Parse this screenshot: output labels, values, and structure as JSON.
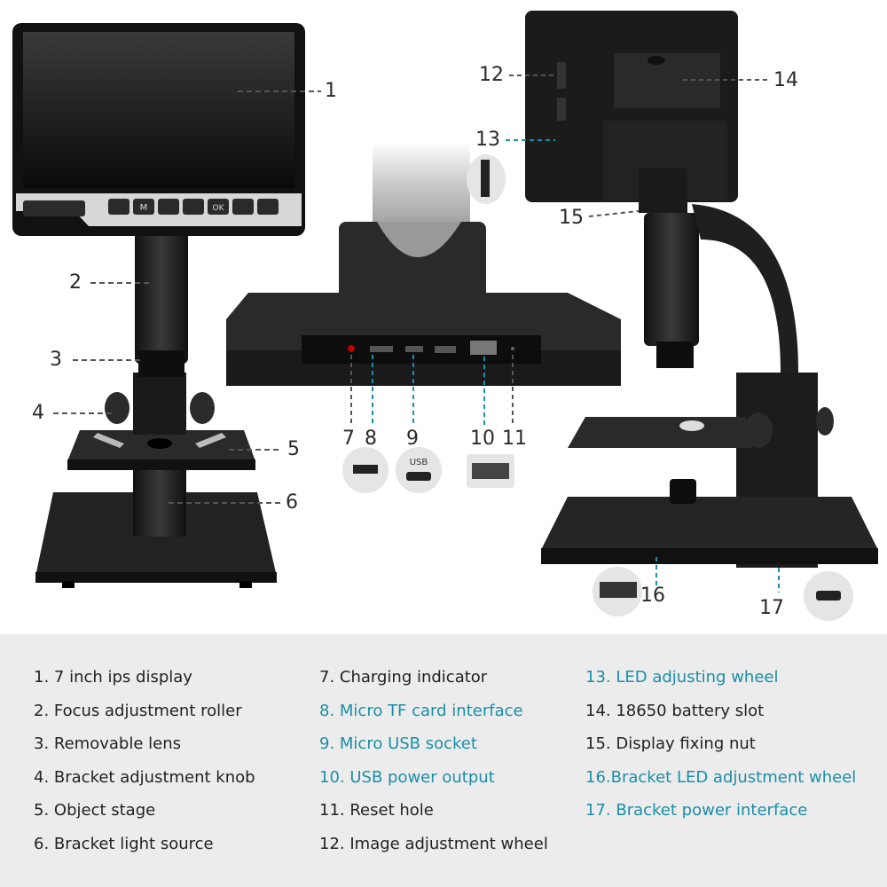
{
  "callouts": [
    {
      "id": "c1",
      "label": "1",
      "color": "dark"
    },
    {
      "id": "c2",
      "label": "2",
      "color": "dark"
    },
    {
      "id": "c3",
      "label": "3",
      "color": "dark"
    },
    {
      "id": "c4",
      "label": "4",
      "color": "dark"
    },
    {
      "id": "c5",
      "label": "5",
      "color": "dark"
    },
    {
      "id": "c6",
      "label": "6",
      "color": "dark"
    },
    {
      "id": "c7",
      "label": "7",
      "color": "dark"
    },
    {
      "id": "c8",
      "label": "8",
      "color": "dark"
    },
    {
      "id": "c9",
      "label": "9",
      "color": "dark"
    },
    {
      "id": "c10",
      "label": "10",
      "color": "dark"
    },
    {
      "id": "c11",
      "label": "11",
      "color": "dark"
    },
    {
      "id": "c12",
      "label": "12",
      "color": "dark"
    },
    {
      "id": "c13",
      "label": "13",
      "color": "dark"
    },
    {
      "id": "c14",
      "label": "14",
      "color": "dark"
    },
    {
      "id": "c15",
      "label": "15",
      "color": "dark"
    },
    {
      "id": "c16",
      "label": "16",
      "color": "dark"
    },
    {
      "id": "c17",
      "label": "17",
      "color": "dark"
    }
  ],
  "photo_text": {
    "button_m": "M",
    "button_ok": "OK",
    "port_usb": "USB"
  },
  "legend": {
    "columns": [
      [
        {
          "text": "1. 7 inch ips display",
          "color": "dark"
        },
        {
          "text": "2. Focus adjustment roller",
          "color": "dark"
        },
        {
          "text": "3. Removable lens",
          "color": "dark"
        },
        {
          "text": "4. Bracket adjustment knob",
          "color": "dark"
        },
        {
          "text": "5. Object stage",
          "color": "dark"
        },
        {
          "text": "6. Bracket light source",
          "color": "dark"
        }
      ],
      [
        {
          "text": "7. Charging indicator",
          "color": "dark"
        },
        {
          "text": "8. Micro TF card interface",
          "color": "teal"
        },
        {
          "text": "9. Micro USB socket",
          "color": "teal"
        },
        {
          "text": "10. USB power output",
          "color": "teal"
        },
        {
          "text": "11. Reset hole",
          "color": "dark"
        },
        {
          "text": "12. Image adjustment wheel",
          "color": "dark"
        }
      ],
      [
        {
          "text": "13. LED adjusting wheel",
          "color": "teal"
        },
        {
          "text": "14. 18650 battery slot",
          "color": "dark"
        },
        {
          "text": "15. Display fixing nut",
          "color": "dark"
        },
        {
          "text": "16.Bracket LED adjustment wheel",
          "color": "teal"
        },
        {
          "text": "17. Bracket power interface",
          "color": "teal"
        }
      ]
    ]
  },
  "colors": {
    "teal": "#1b8ea7",
    "dark_text": "#222222",
    "legend_bg": "#ececec",
    "device": "#1c1c1c"
  }
}
